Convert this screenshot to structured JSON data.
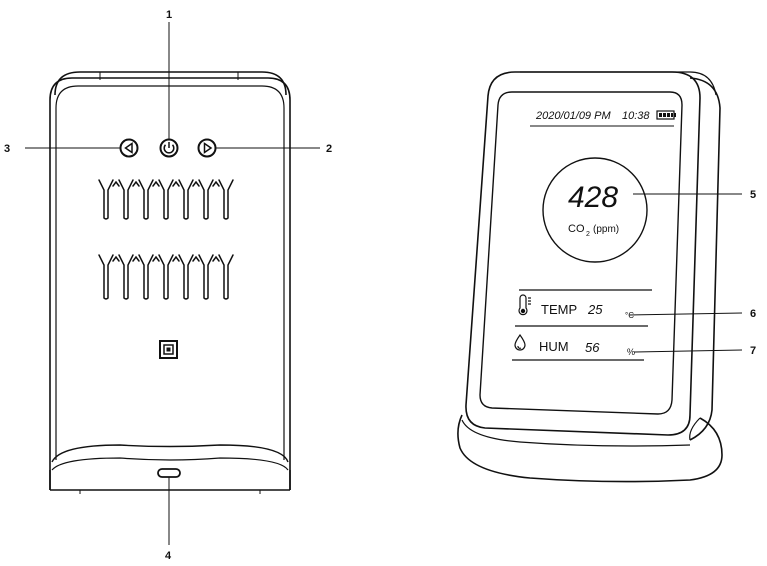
{
  "callouts": {
    "c1": "1",
    "c2": "2",
    "c3": "3",
    "c4": "4",
    "c5": "5",
    "c6": "6",
    "c7": "7"
  },
  "screen": {
    "datetime": "2020/01/09 PM",
    "time": "10:38",
    "co2_value": "428",
    "co2_label": "CO",
    "co2_sub": "2",
    "co2_unit": "(ppm)",
    "temp_label": "TEMP",
    "temp_value": "25",
    "temp_unit": "°C",
    "hum_label": "HUM",
    "hum_value": "56",
    "hum_unit": "%"
  },
  "icons": {
    "left_button": "left-arrow-button-icon",
    "power_button": "power-button-icon",
    "right_button": "right-arrow-button-icon",
    "usb_port": "usb-port-icon",
    "center_mark": "square-target-icon",
    "battery": "battery-icon",
    "thermometer": "thermometer-icon",
    "droplet": "droplet-icon"
  }
}
